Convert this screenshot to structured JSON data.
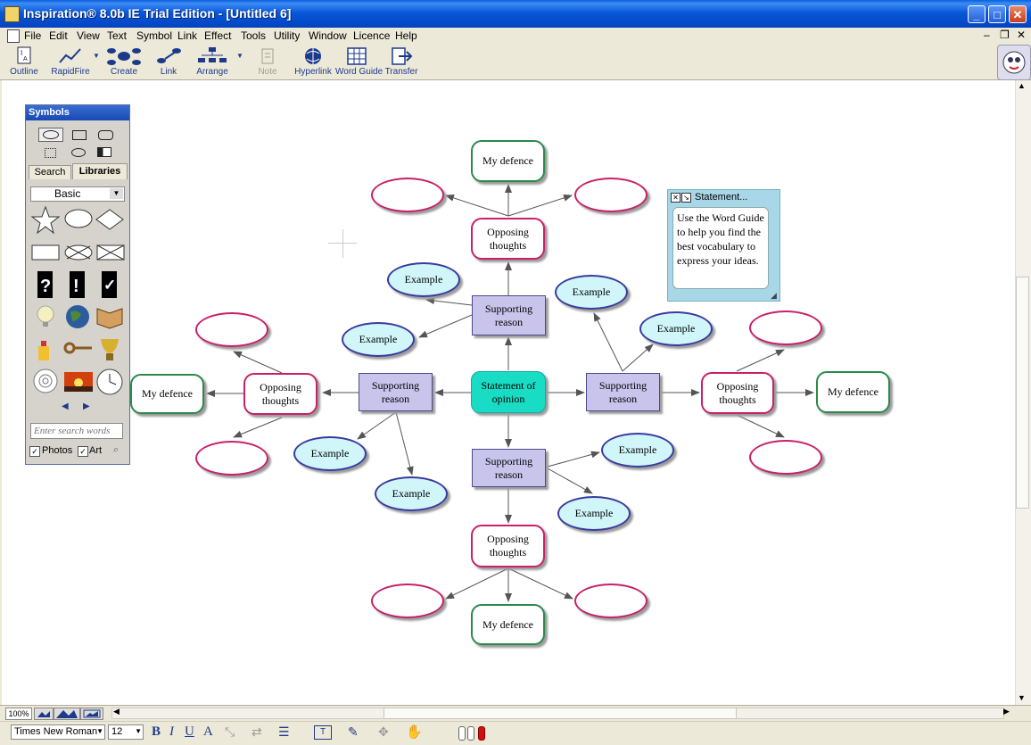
{
  "window": {
    "title": "Inspiration® 8.0b IE Trial Edition - [Untitled 6]"
  },
  "menu": [
    "File",
    "Edit",
    "View",
    "Text",
    "Symbol",
    "Link",
    "Effect",
    "Tools",
    "Utility",
    "Window",
    "Licence",
    "Help"
  ],
  "toolbar": [
    "Outline",
    "RapidFire",
    "Create",
    "Link",
    "Arrange",
    "Note",
    "Hyperlink",
    "Word Guide",
    "Transfer"
  ],
  "palette": {
    "title": "Symbols",
    "tabs": [
      "Search",
      "Libraries"
    ],
    "library": "Basic",
    "search_placeholder": "Enter search words",
    "photos_label": "Photos",
    "art_label": "Art"
  },
  "diagram": {
    "center": "Statement of opinion",
    "supporting": "Supporting reason",
    "opposing": "Opposing thoughts",
    "defence": "My defence",
    "example": "Example"
  },
  "note": {
    "title": "Statement...",
    "text": "Use the Word Guide to help you find the best vocabulary to express your ideas."
  },
  "status": {
    "zoom": "100%"
  },
  "format": {
    "font": "Times New Roman",
    "size": "12"
  }
}
